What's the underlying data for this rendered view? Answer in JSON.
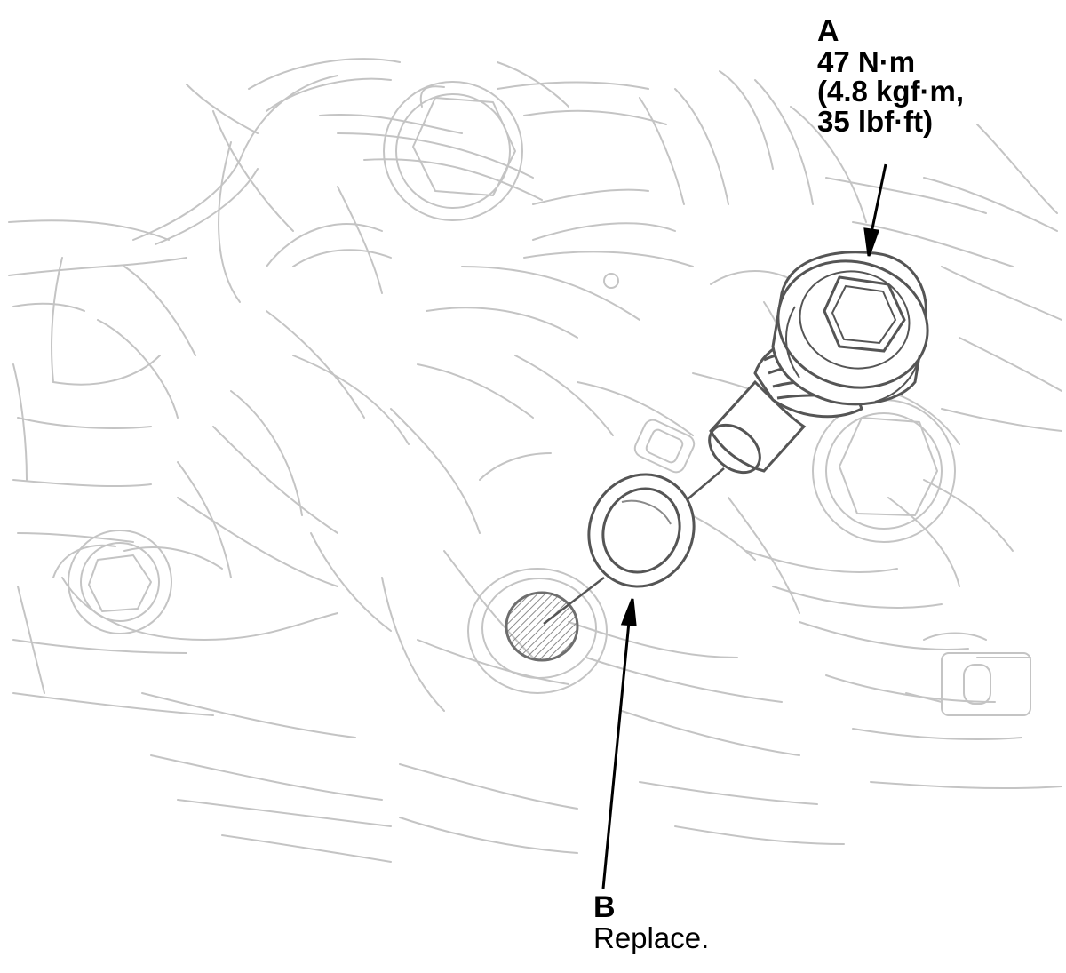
{
  "callouts": {
    "a": {
      "letter": "A",
      "lines": [
        "47 N·m",
        "(4.8 kgf·m,",
        "35 lbf·ft)"
      ]
    },
    "b": {
      "letter": "B",
      "note": "Replace."
    }
  },
  "colors": {
    "line_art": "#bdbdbd",
    "part": "#555555",
    "hatch": "#9e9e9e",
    "text": "#000000"
  }
}
